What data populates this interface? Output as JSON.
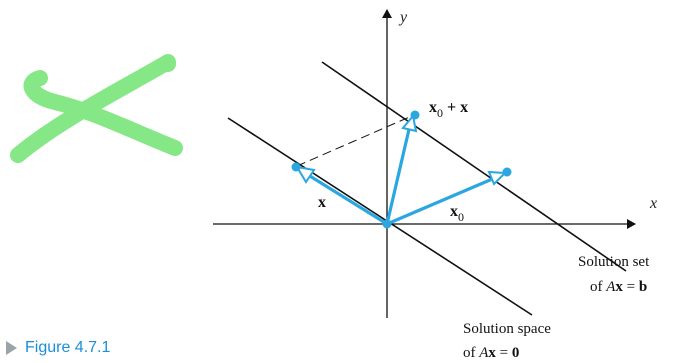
{
  "axes": {
    "x_label": "x",
    "y_label": "y"
  },
  "vectors": {
    "x_label": "x",
    "x0_label": "x",
    "x0_sub": "0",
    "sum_label_main": "x",
    "sum_label_sub": "0",
    "sum_label_rest": " + x"
  },
  "solution_set": {
    "line1": "Solution set",
    "line2_prefix": "of ",
    "line2_A": "A",
    "line2_x": "x",
    "line2_eq": " = ",
    "line2_rhs": "b"
  },
  "solution_space": {
    "line1": "Solution space",
    "line2_prefix": "of ",
    "line2_A": "A",
    "line2_x": "x",
    "line2_eq": " = ",
    "line2_rhs": "0"
  },
  "figure": {
    "caption": "Figure 4.7.1"
  },
  "colors": {
    "vector": "#2aa7e0",
    "line": "#111111",
    "highlighter": "#5be35b",
    "caption": "#1a8fd6"
  },
  "icons": {
    "caption_marker": "triangle-right-icon",
    "annotation": "highlighter-x-mark"
  }
}
